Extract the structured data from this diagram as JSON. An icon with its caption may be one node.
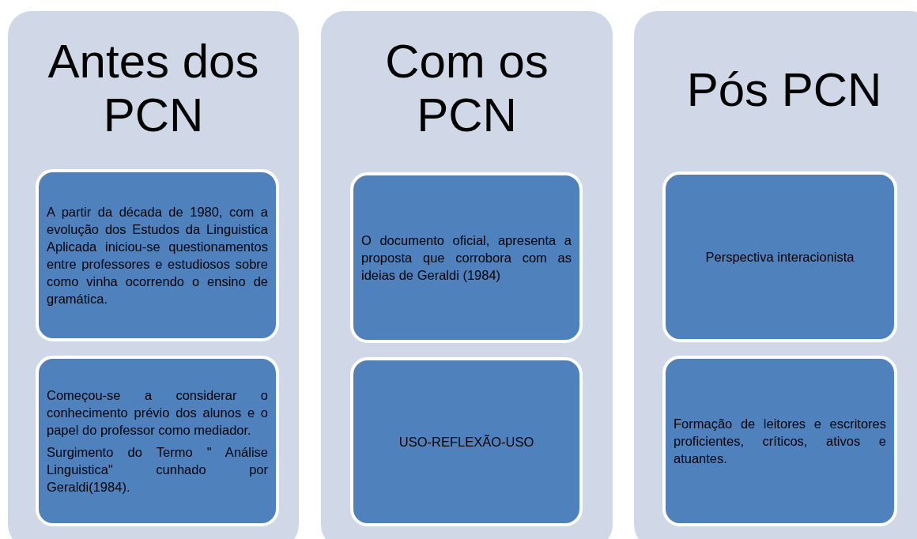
{
  "diagram": {
    "nodes": [
      {
        "text": [
          "Antes dos PCN"
        ]
      },
      {
        "text": [
          "A partir da década de 1980, com a evolução dos Estudos da Linguistica Aplicada iniciou-se questionamentos entre professores e estudiosos sobre como vinha ocorrendo o ensino de gramática."
        ],
        "in": 0
      },
      {
        "text": [
          "Começou-se a considerar o conhecimento prévio dos alunos e o papel do professor como mediador.",
          "Surgimento do Termo \" Análise Linguistica\" cunhado por Geraldi(1984)."
        ],
        "in": 0
      },
      {
        "text": [
          "Com os PCN"
        ]
      },
      {
        "text": [
          "O documento oficial, apresenta a proposta que corrobora com as ideias de Geraldi (1984)"
        ],
        "in": 3
      },
      {
        "text": [
          "USO-REFLEXÃO-USO"
        ],
        "in": 3
      },
      {
        "text": [
          "Pós PCN"
        ]
      },
      {
        "text": [
          "Perspectiva interacionista"
        ],
        "in": 6
      },
      {
        "text": [
          "Formação de leitores e escritores proficientes, críticos, ativos e atuantes."
        ],
        "in": 6
      }
    ],
    "edges": []
  }
}
